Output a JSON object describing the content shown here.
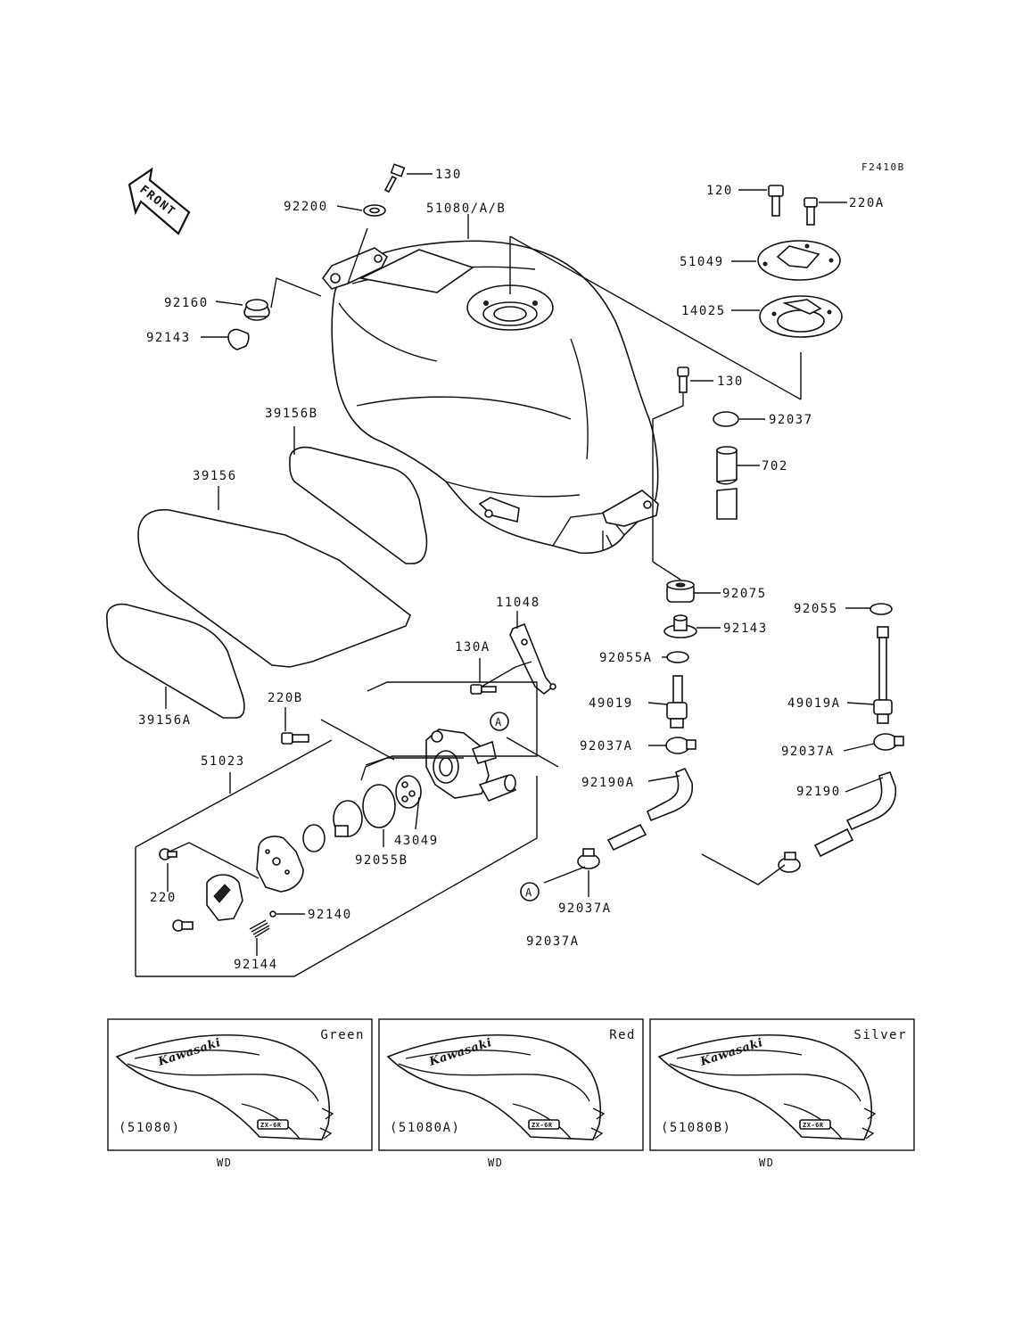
{
  "figure_code": "F2410B",
  "front_arrow": "FRONT",
  "callouts": {
    "c130_top": "130",
    "c92200": "92200",
    "c51080AB": "51080/A/B",
    "c120": "120",
    "c220A": "220A",
    "c51049": "51049",
    "c14025": "14025",
    "c92160": "92160",
    "c92143_left": "92143",
    "c130_mid": "130",
    "c92037": "92037",
    "c39156B": "39156B",
    "c702": "702",
    "c39156": "39156",
    "c92075": "92075",
    "c92055": "92055",
    "c11048": "11048",
    "c92143_right": "92143",
    "c130A": "130A",
    "c92055A": "92055A",
    "c49019A": "49019A",
    "c49019": "49019",
    "c220B": "220B",
    "c39156A": "39156A",
    "c92037A_a": "92037A",
    "c92037A_b": "92037A",
    "c51023": "51023",
    "c92190A": "92190A",
    "c92190": "92190",
    "c43049": "43049",
    "c92055B": "92055B",
    "c220": "220",
    "c92037A_c": "92037A",
    "c92140": "92140",
    "c92144": "92144",
    "c92037A_d": "92037A",
    "circle_a1": "A",
    "circle_a2": "A"
  },
  "color_variants": [
    {
      "color": "Green",
      "part_no": "(51080)",
      "code": "WD",
      "logo": "Kawasaki",
      "badge": "ZX-6R"
    },
    {
      "color": "Red",
      "part_no": "(51080A)",
      "code": "WD",
      "logo": "Kawasaki",
      "badge": "ZX-6R"
    },
    {
      "color": "Silver",
      "part_no": "(51080B)",
      "code": "WD",
      "logo": "Kawasaki",
      "badge": "ZX-6R"
    }
  ]
}
